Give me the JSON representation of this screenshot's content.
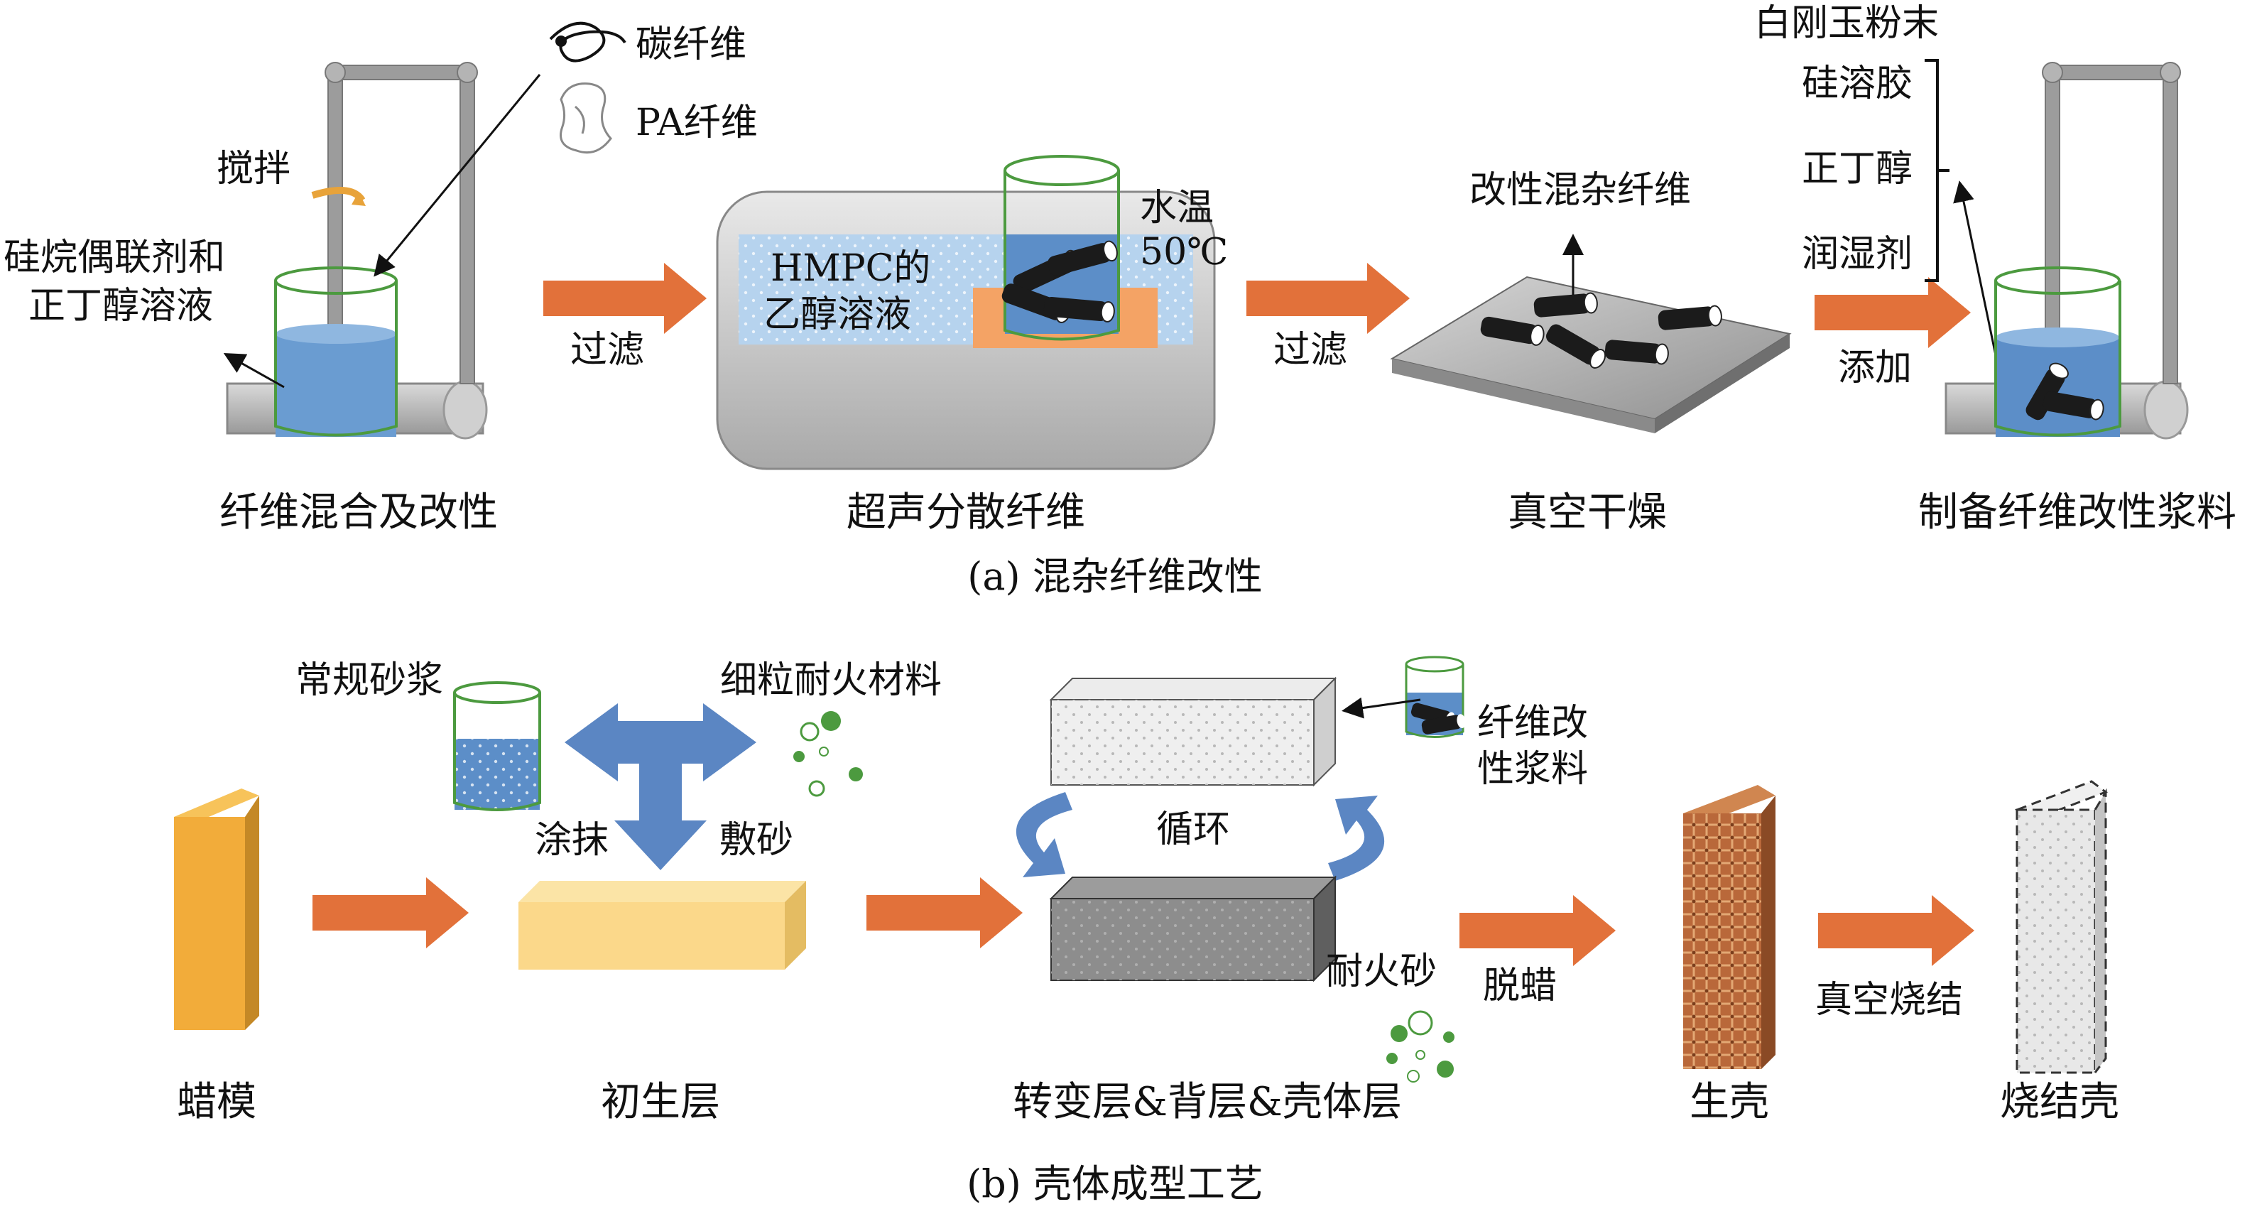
{
  "panel_a": {
    "caption": "(a) 混杂纤维改性",
    "step1": {
      "title": "纤维混合及改性",
      "stir": "搅拌",
      "carbon_fiber": "碳纤维",
      "pa_fiber": "PA纤维",
      "solution_line1": "硅烷偶联剂和",
      "solution_line2": "正丁醇溶液"
    },
    "arrow1": "过滤",
    "step2": {
      "title": "超声分散纤维",
      "bath_line1": "HMPC的",
      "bath_line2": "乙醇溶液",
      "temp_line1": "水温",
      "temp_line2": "50℃"
    },
    "arrow2": "过滤",
    "step3": {
      "title": "真空干燥",
      "fiber": "改性混杂纤维"
    },
    "arrow3": "添加",
    "step4": {
      "title": "制备纤维改性浆料",
      "powder": "白刚玉粉末",
      "sol": "硅溶胶",
      "butanol": "正丁醇",
      "wetting": "润湿剂"
    }
  },
  "panel_b": {
    "caption": "(b) 壳体成型工艺",
    "wax": "蜡模",
    "mortar": "常规砂浆",
    "fine_refractory": "细粒耐火材料",
    "coat": "涂抹",
    "sand": "敷砂",
    "initial_layer": "初生层",
    "slurry_line1": "纤维改",
    "slurry_line2": "性浆料",
    "cycle": "循环",
    "refractory_sand": "耐火砂",
    "layers": "转变层&背层&壳体层",
    "dewax": "脱蜡",
    "green_shell": "生壳",
    "vacuum_sinter": "真空烧结",
    "sintered_shell": "烧结壳"
  }
}
